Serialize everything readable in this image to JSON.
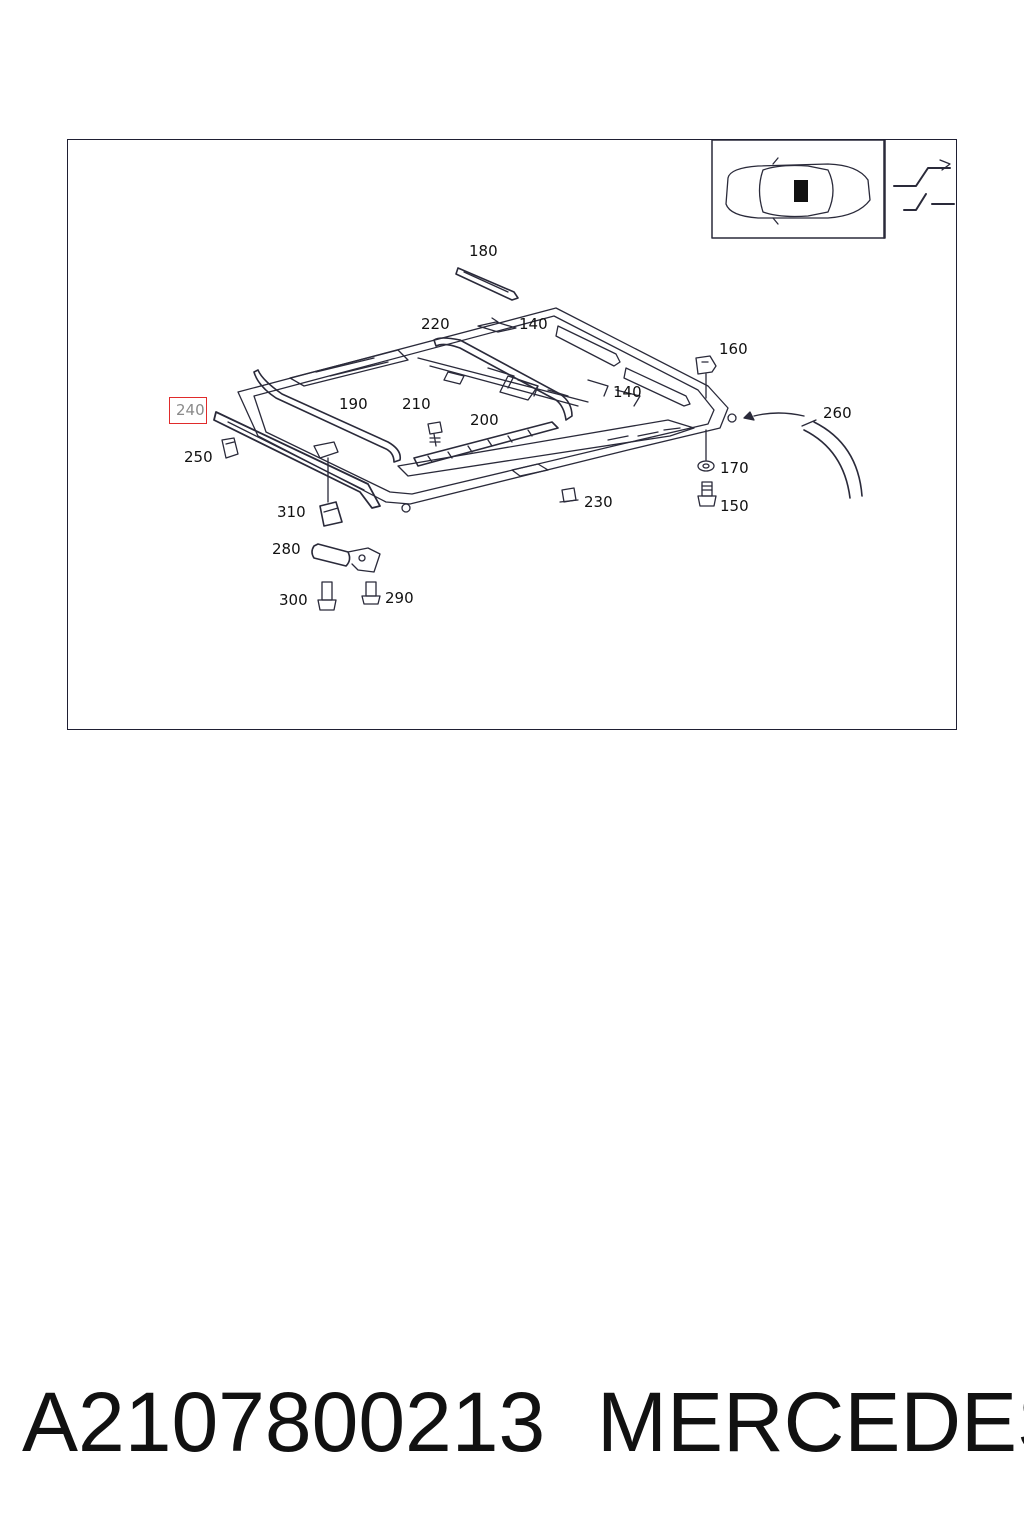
{
  "diagram": {
    "callouts": [
      {
        "id": "c180",
        "label": "180"
      },
      {
        "id": "c220",
        "label": "220"
      },
      {
        "id": "c140a",
        "label": "140"
      },
      {
        "id": "c160",
        "label": "160"
      },
      {
        "id": "c140b",
        "label": "140"
      },
      {
        "id": "c240",
        "label": "240",
        "highlighted": true
      },
      {
        "id": "c190",
        "label": "190"
      },
      {
        "id": "c210",
        "label": "210"
      },
      {
        "id": "c200",
        "label": "200"
      },
      {
        "id": "c260",
        "label": "260"
      },
      {
        "id": "c250",
        "label": "250"
      },
      {
        "id": "c170",
        "label": "170"
      },
      {
        "id": "c230",
        "label": "230"
      },
      {
        "id": "c150",
        "label": "150"
      },
      {
        "id": "c310",
        "label": "310"
      },
      {
        "id": "c280",
        "label": "280"
      },
      {
        "id": "c300",
        "label": "300"
      },
      {
        "id": "c290",
        "label": "290"
      }
    ],
    "highlight_color": "#e02b2b",
    "icons": [
      "car-top-view-icon",
      "sunroof-tilt-symbol-icon"
    ]
  },
  "caption": {
    "part_number": "A2107800213",
    "brand": "MERCEDES"
  }
}
